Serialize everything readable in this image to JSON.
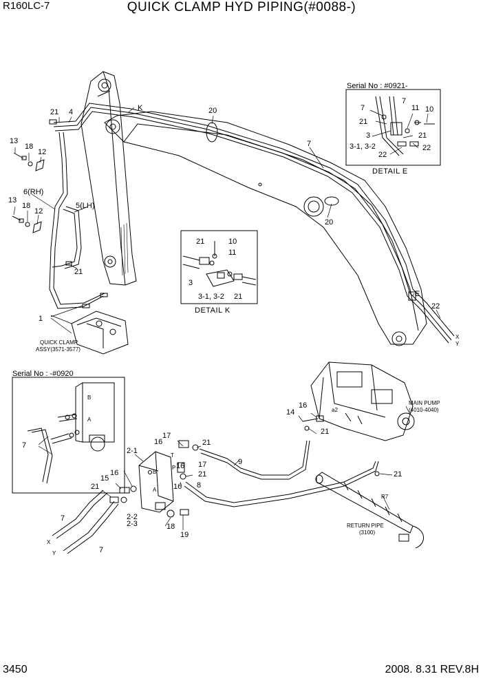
{
  "header": {
    "model": "R160LC-7",
    "title": "QUICK CLAMP HYD PIPING(#0088-)"
  },
  "footer": {
    "page": "3450",
    "date_rev": "2008. 8.31  REV.8H"
  },
  "details": {
    "e": {
      "serial": "Serial No : #0921-",
      "caption": "DETAIL  E"
    },
    "k": {
      "caption": "DETAIL  K"
    },
    "old": {
      "serial": "Serial No : -#0920"
    }
  },
  "labels": {
    "quick_clamp": "QUICK CLAMP",
    "quick_clamp_assy": "ASSY(3571-3577)",
    "main_pump": "MAIN PUMP",
    "main_pump_range": "(4010-4040)",
    "return_pipe": "RETURN PIPE",
    "return_pipe_num": "(3100)",
    "r7": "R7",
    "a2": "a2",
    "x": "X",
    "y": "Y",
    "k_mark": "K",
    "e_mark": "E",
    "six_rh": "6(RH)",
    "five_lh": "5(LH)",
    "three_one_two": "3-1, 3-2",
    "two_one": "2-1",
    "two_two": "2-2",
    "two_three": "2-3",
    "port_b": "B",
    "port_a": "A",
    "port_p": "P",
    "port_t": "T"
  },
  "part_numbers": {
    "n1": "1",
    "n3": "3",
    "n4": "4",
    "n7": "7",
    "n8": "8",
    "n9": "9",
    "n10": "10",
    "n11": "11",
    "n12": "12",
    "n13": "13",
    "n14": "14",
    "n15": "15",
    "n16": "16",
    "n17": "17",
    "n18": "18",
    "n19": "19",
    "n20": "20",
    "n21": "21",
    "n22": "22"
  }
}
